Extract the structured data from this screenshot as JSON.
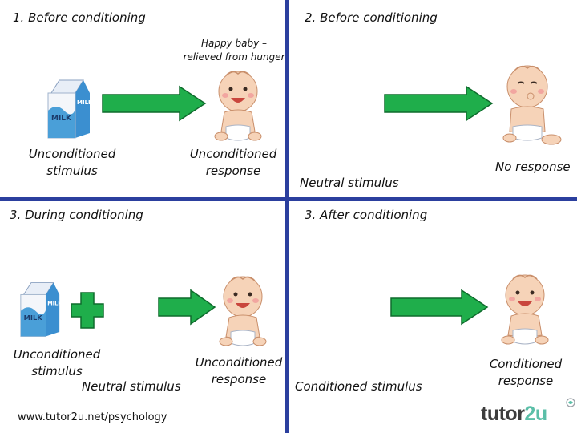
{
  "panels": {
    "p1": {
      "title": "1. Before conditioning",
      "stimulus": "Unconditioned\nstimulus",
      "response": "Unconditioned\nresponse",
      "caption": "Happy baby –\nrelieved from hunger"
    },
    "p2": {
      "title": "2. Before conditioning",
      "stimulus": "Neutral stimulus",
      "response": "No response"
    },
    "p3": {
      "title": "3. During conditioning",
      "stimulus": "Unconditioned\nstimulus",
      "neutral": "Neutral stimulus",
      "response": "Unconditioned\nresponse"
    },
    "p4": {
      "title": "3. After conditioning",
      "stimulus": "Conditioned stimulus",
      "response": "Conditioned\nresponse"
    }
  },
  "milk_label": "MILK",
  "footer": {
    "url": "www.tutor2u.net/psychology",
    "logo_main": "tutor",
    "logo_accent": "2u"
  },
  "colors": {
    "divider": "#2b3f9e",
    "arrow": "#1fae4b",
    "milk": "#4a9fd8"
  },
  "icons": [
    "milk-carton-icon",
    "baby-icon",
    "arrow-right-icon",
    "plus-icon",
    "tutor2u-logo-icon"
  ]
}
